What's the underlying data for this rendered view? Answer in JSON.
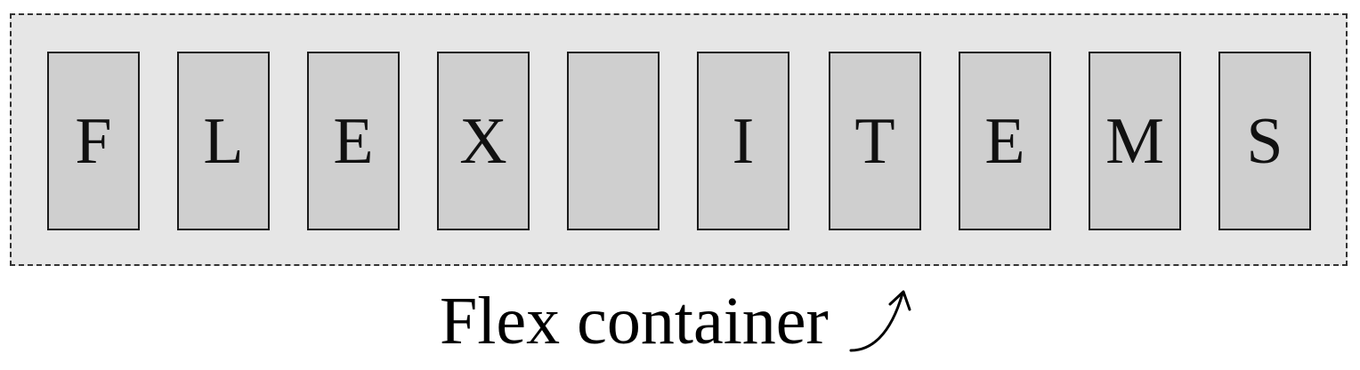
{
  "container": {
    "caption": "Flex container",
    "background": "#e6e6e6",
    "border_color": "#333333"
  },
  "items": [
    {
      "label": "F"
    },
    {
      "label": "L"
    },
    {
      "label": "E"
    },
    {
      "label": "X"
    },
    {
      "label": ""
    },
    {
      "label": "I"
    },
    {
      "label": "T"
    },
    {
      "label": "E"
    },
    {
      "label": "M"
    },
    {
      "label": "S"
    }
  ],
  "item_style": {
    "background": "#cfcfcf",
    "border_color": "#1a1a1a"
  },
  "icons": {
    "pointer": "curved-arrow-up-right-icon"
  }
}
